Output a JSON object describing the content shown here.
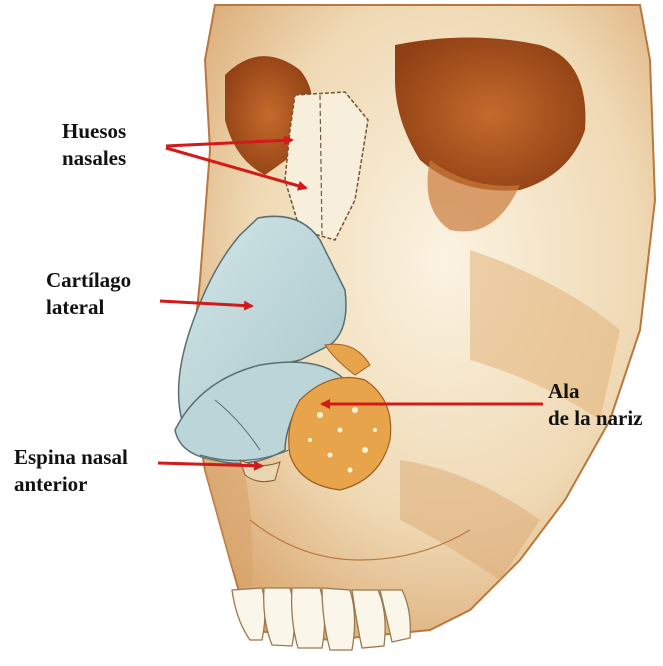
{
  "colors": {
    "background": "#ffffff",
    "bone": "#f4ead4",
    "bone_shade": "#d9a46a",
    "bone_dark": "#a8551f",
    "orbit": "#b4561f",
    "cartilage": "#c3dadd",
    "cartilage_edge": "#5b6e73",
    "alar_fat": "#e8a44a",
    "arrow": "#d21a1a"
  },
  "labels": {
    "nasal_bones": {
      "line1": "Huesos",
      "line2": "nasales"
    },
    "lateral_cartilage": {
      "line1": "Cartílago",
      "line2": "lateral"
    },
    "ala": {
      "line1": "Ala",
      "line2": "de la nariz"
    },
    "anterior_nasal_spine": {
      "line1": "Espina nasal",
      "line2": "anterior"
    }
  },
  "icons": [
    "skull-illustration"
  ]
}
